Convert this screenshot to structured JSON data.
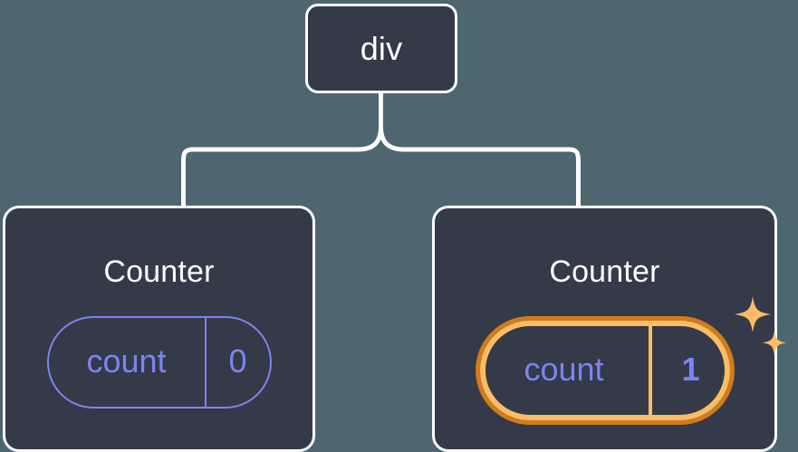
{
  "diagram": {
    "type": "component-tree",
    "background_color": "#4d6670",
    "node_fill_color": "#343a47",
    "node_border_color": "#ffffff",
    "connector_color": "#ffffff",
    "state_color": "#7c83f5",
    "highlight_outer_color": "#d07b1c",
    "highlight_inner_color": "#fabd66",
    "sparkle_color": "#fabd66"
  },
  "root": {
    "label": "div"
  },
  "children": [
    {
      "label": "Counter",
      "state": {
        "key": "count",
        "value": "0"
      },
      "highlighted": false,
      "sparkles": false
    },
    {
      "label": "Counter",
      "state": {
        "key": "count",
        "value": "1"
      },
      "highlighted": true,
      "sparkles": true
    }
  ],
  "icons": {
    "sparkle_large": "sparkle-icon",
    "sparkle_small": "sparkle-icon"
  }
}
